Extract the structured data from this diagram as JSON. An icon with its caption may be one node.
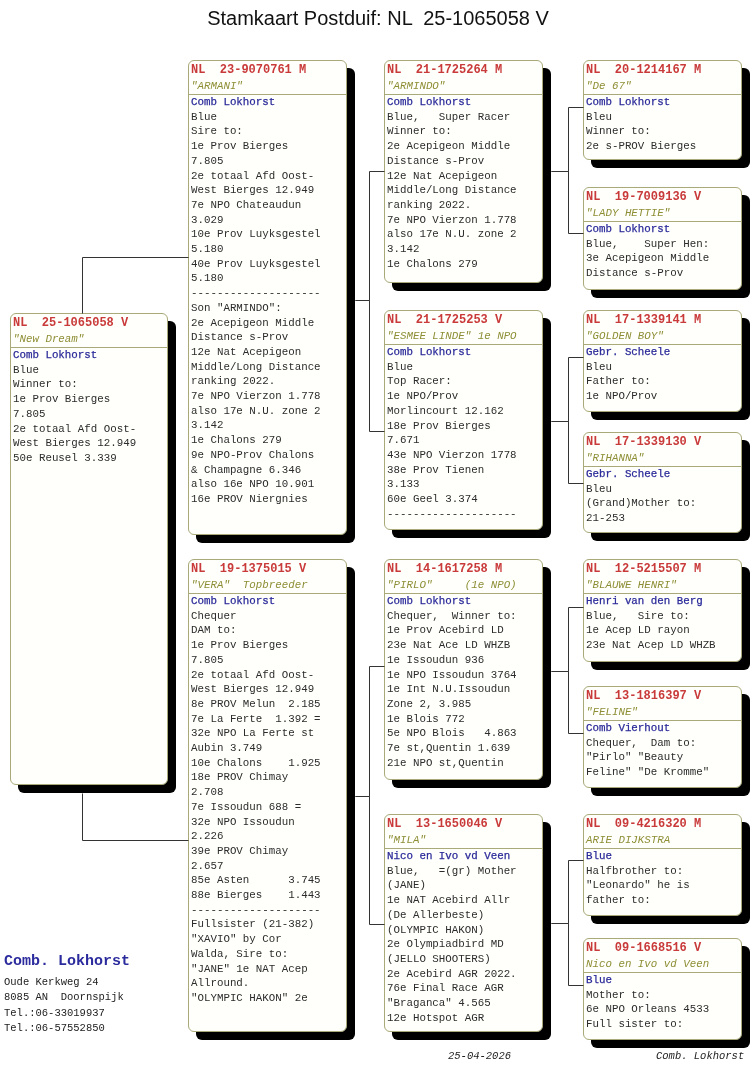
{
  "diagram": {
    "title": "Stamkaart Postduif: NL  25-1065058 V",
    "nodes": [
      {
        "text": [
          "NL  25-1065058 V",
          "\"New Dream\"",
          "Comb Lokhorst",
          "Blue",
          "Winner to:",
          "1e Prov Bierges 7.805",
          "2e totaal Afd Oost-West Bierges 12.949",
          "50e Reusel 3.339"
        ]
      },
      {
        "text": [
          "NL  23-9070761 M",
          "\"ARMANI\"",
          "Comb Lokhorst",
          "Blue",
          "Sire to:",
          "1e Prov Bierges 7.805",
          "2e totaal Afd Oost-West Bierges 12.949",
          "7e NPO Chateaudun 3.029",
          "10e Prov Luyksgestel 5.180",
          "40e Prov Luyksgestel 5.180",
          "--------------------",
          "Son \"ARMINDO\":",
          "2e Acepigeon Middle Distance s-Prov",
          "12e Nat Acepigeon Middle/Long Distance ranking 2022.",
          "7e NPO Vierzon 1.778",
          "also 17e N.U. zone 2 3.142",
          "1e Chalons 279",
          "9e NPO-Prov Chalons & Champagne 6.346",
          "also 16e NPO 10.901",
          "16e PROV Niergnies"
        ]
      },
      {
        "text": [
          "NL  21-1725264 M",
          "\"ARMINDO\"",
          "Comb Lokhorst",
          "Blue,   Super Racer",
          "Winner to:",
          "2e Acepigeon Middle Distance s-Prov",
          "12e Nat Acepigeon Middle/Long Distance ranking 2022.",
          "7e NPO Vierzon 1.778",
          "also 17e N.U. zone 2 3.142",
          "1e Chalons 279"
        ]
      },
      {
        "text": [
          "NL  20-1214167 M",
          "\"De 67\"",
          "Comb Lokhorst",
          "Bleu",
          "Winner to:",
          "2e s-PROV Bierges"
        ]
      },
      {
        "text": [
          "NL  19-7009136 V",
          "\"LADY HETTIE\"",
          "Comb Lokhorst",
          "Blue,    Super Hen:",
          "3e Acepigeon Middle Distance s-Prov"
        ]
      },
      {
        "text": [
          "NL  21-1725253 V",
          "\"ESMEE LINDE\" 1e NPO",
          "Comb Lokhorst",
          "Blue",
          "Top Racer:",
          "1e NPO/Prov Morlincourt 12.162",
          "18e Prov Bierges 7.671",
          "43e NPO Vierzon 1778",
          "38e Prov Tienen 3.133",
          "60e Geel 3.374",
          "--------------------"
        ]
      },
      {
        "text": [
          "NL  17-1339141 M",
          "\"GOLDEN BOY\"",
          "Gebr. Scheele",
          "Bleu",
          "Father to:",
          "1e NPO/Prov"
        ]
      },
      {
        "text": [
          "NL  17-1339130 V",
          "\"RIHANNA\"",
          "Gebr. Scheele",
          "Bleu",
          "(Grand)Mother to:",
          "21-253"
        ]
      },
      {
        "text": [
          "NL  19-1375015 V",
          "\"VERA\"  Topbreeder",
          "Comb Lokhorst",
          "Chequer",
          "DAM to:",
          "1e Prov Bierges 7.805",
          "2e totaal Afd Oost-West Bierges 12.949",
          "8e PROV Melun  2.185",
          "7e La Ferte  1.392 = 32e NPO La Ferte st Aubin 3.749",
          "10e Chalons    1.925",
          "18e PROV Chimay 2.708",
          "7e Issoudun 688 = 32e NPO Issoudun 2.226",
          "39e PROV Chimay 2.657",
          "85e Asten      3.745",
          "88e Bierges    1.443",
          "--------------------",
          "Fullsister (21-382) \"XAVIO\" by Cor Walda, Sire to:",
          "\"JANE\" 1e NAT Acep Allround.",
          "\"OLYMPIC HAKON\" 2e"
        ]
      },
      {
        "text": [
          "NL  14-1617258 M",
          "\"PIRLO\"     (1e NPO)",
          "Comb Lokhorst",
          "Chequer,  Winner to:",
          "1e Prov Acebird LD",
          "23e Nat Ace LD WHZB",
          "1e Issoudun 936",
          "1e NPO Issoudun 3764",
          "1e Int N.U.Issoudun Zone 2, 3.985",
          "1e Blois 772",
          "5e NPO Blois   4.863",
          "7e st,Quentin 1.639",
          "21e NPO st,Quentin"
        ]
      },
      {
        "text": [
          "NL  12-5215507 M",
          "\"BLAUWE HENRI\"",
          "Henri van den Berg",
          "Blue,   Sire to:",
          "1e Acep LD rayon",
          "23e Nat Acep LD WHZB"
        ]
      },
      {
        "text": [
          "NL  13-1816397 V",
          "\"FELINE\"",
          "Comb Vierhout",
          "Chequer,  Dam to:",
          "\"Pirlo\" \"Beauty Feline\" \"De Kromme\""
        ]
      },
      {
        "text": [
          "NL  13-1650046 V",
          "\"MILA\"",
          "Nico en Ivo vd Veen",
          "Blue,   =(gr) Mother (JANE)",
          "1e NAT Acebird Allr (De Allerbeste)",
          "(OLYMPIC HAKON)",
          "2e Olympiadbird MD (JELLO SHOOTERS)",
          "2e Acebird AGR 2022.",
          "76e Final Race AGR \"Braganca\" 4.565",
          "12e Hotspot AGR"
        ]
      },
      {
        "text": [
          "NL  09-4216320 M",
          "ARIE DIJKSTRA",
          "Blue",
          "Halfbrother to:",
          "\"Leonardo\" he is father to:"
        ]
      },
      {
        "text": [
          "NL  09-1668516 V",
          "Nico en Ivo vd Veen",
          "Blue",
          "Mother to:",
          "6e NPO Orleans 4533",
          "Full sister to:"
        ]
      }
    ],
    "edges": [
      {
        "from": 0,
        "to": 1,
        "arrow": "none"
      },
      {
        "from": 0,
        "to": 8,
        "arrow": "none"
      },
      {
        "from": 1,
        "to": 2,
        "arrow": "none"
      },
      {
        "from": 1,
        "to": 5,
        "arrow": "none"
      },
      {
        "from": 2,
        "to": 3,
        "arrow": "none"
      },
      {
        "from": 2,
        "to": 4,
        "arrow": "none"
      },
      {
        "from": 5,
        "to": 6,
        "arrow": "none"
      },
      {
        "from": 5,
        "to": 7,
        "arrow": "none"
      },
      {
        "from": 8,
        "to": 9,
        "arrow": "none"
      },
      {
        "from": 8,
        "to": 12,
        "arrow": "none"
      },
      {
        "from": 9,
        "to": 10,
        "arrow": "none"
      },
      {
        "from": 9,
        "to": 11,
        "arrow": "none"
      },
      {
        "from": 12,
        "to": 13,
        "arrow": "none"
      },
      {
        "from": 12,
        "to": 14,
        "arrow": "none"
      }
    ],
    "labels": [
      "Comb. Lokhorst",
      "Oude Kerkweg 24",
      "8085 AN  Doornspijk",
      "Tel.:06-33019937",
      "Tel.:06-57552850",
      "25-04-2026",
      "Comb. Lokhorst"
    ]
  }
}
